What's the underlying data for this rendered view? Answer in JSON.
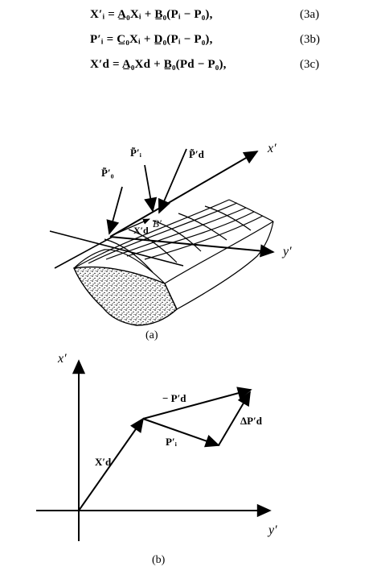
{
  "equations": [
    {
      "text": "X′ᵢ = A̲₀Xᵢ + B̲₀(Pᵢ − P₀),",
      "number": "(3a)"
    },
    {
      "text": "P′ᵢ = C̲₀Xᵢ + D̲₀(Pᵢ − P₀),",
      "number": "(3b)"
    },
    {
      "text": "X′d = A̲₀Xd + B̲₀(Pd − P₀),",
      "number": "(3c)"
    }
  ],
  "figure_a": {
    "caption": "(a)",
    "labels": {
      "x_prime": "x′",
      "y_prime": "y′",
      "p0": "P̃′₀",
      "pi": "P̃′ᵢ",
      "pd": "P̃′d",
      "xd": "X′d",
      "b": "B′"
    }
  },
  "figure_b": {
    "caption": "(b)",
    "labels": {
      "x_prime": "x′",
      "y_prime": "y′",
      "xd": "X′d",
      "pi": "P′ᵢ",
      "minus_pd": "− P′d",
      "delta_pd": "ΔP′d"
    }
  }
}
